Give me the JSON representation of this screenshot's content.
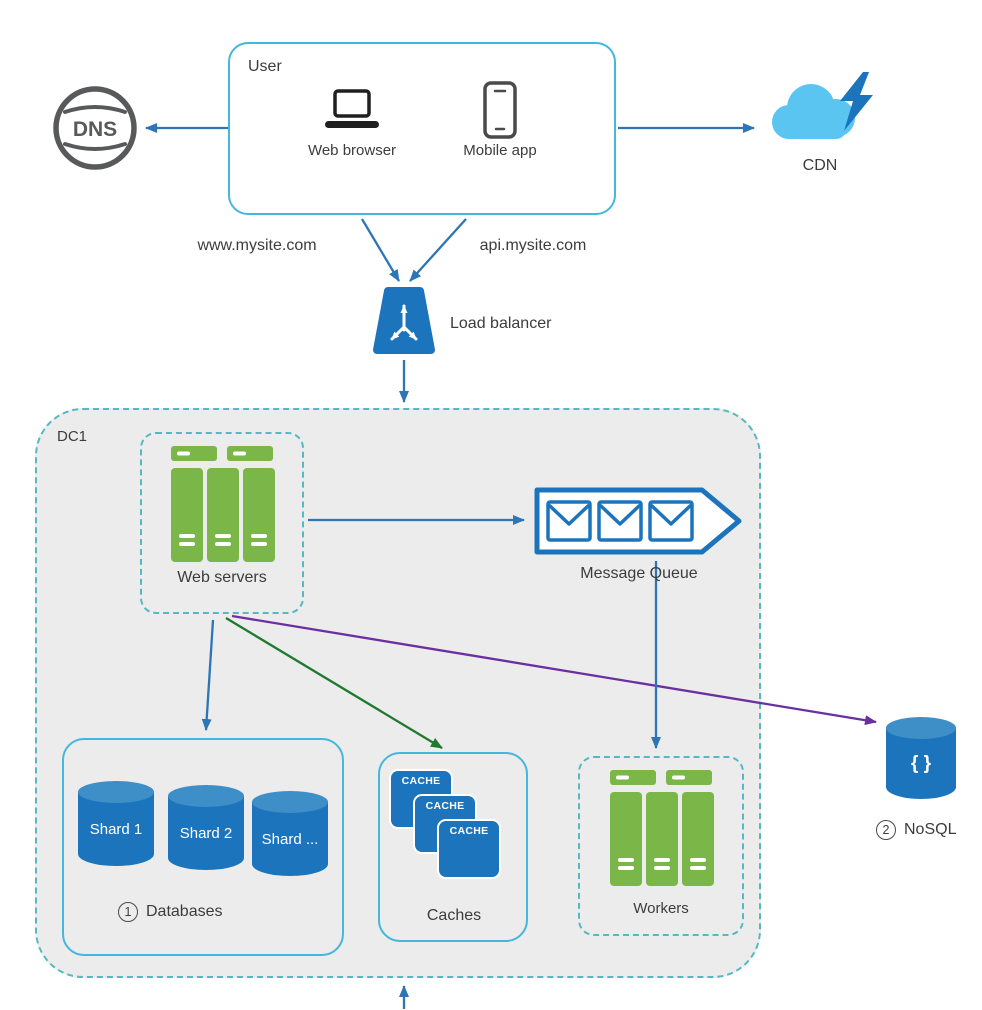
{
  "colors": {
    "icon_blue": "#1C75BC",
    "arrow_blue": "#2E75B6",
    "box_border_blue": "#45B6DC",
    "dashed_teal": "#55B9C4",
    "server_green": "#7AB648",
    "arrow_green": "#1E7A2E",
    "arrow_purple": "#6B2FA0",
    "cloud_light_blue": "#5BC5F2",
    "datacenter_gray": "#ECECEC"
  },
  "icons": {
    "dns": "globe-icon",
    "cdn": "cloud-lightning-icon",
    "web_browser": "laptop-icon",
    "mobile_app": "smartphone-icon",
    "load_balancer": "load-balancer-icon",
    "web_servers": "server-stack-icon",
    "workers": "server-stack-icon",
    "message_queue": "queue-envelopes-icon",
    "database_shard": "cylinder-icon",
    "nosql": "cylinder-icon"
  },
  "user_group": {
    "title": "User",
    "devices": [
      {
        "label": "Web browser"
      },
      {
        "label": "Mobile app"
      }
    ]
  },
  "dns": {
    "label": "DNS"
  },
  "cdn": {
    "label": "CDN"
  },
  "routes": {
    "web": "www.mysite.com",
    "api": "api.mysite.com"
  },
  "load_balancer": {
    "label": "Load balancer"
  },
  "datacenter": {
    "label": "DC1",
    "web_servers": {
      "label": "Web servers"
    },
    "message_queue": {
      "label": "Message Queue"
    },
    "databases": {
      "number": "1",
      "label": "Databases",
      "shards": [
        "Shard 1",
        "Shard 2",
        "Shard ..."
      ]
    },
    "caches": {
      "label": "Caches",
      "cells": [
        "CACHE",
        "CACHE",
        "CACHE"
      ]
    },
    "workers": {
      "label": "Workers"
    }
  },
  "nosql": {
    "number": "2",
    "label": "NoSQL",
    "symbol": "{ }"
  }
}
